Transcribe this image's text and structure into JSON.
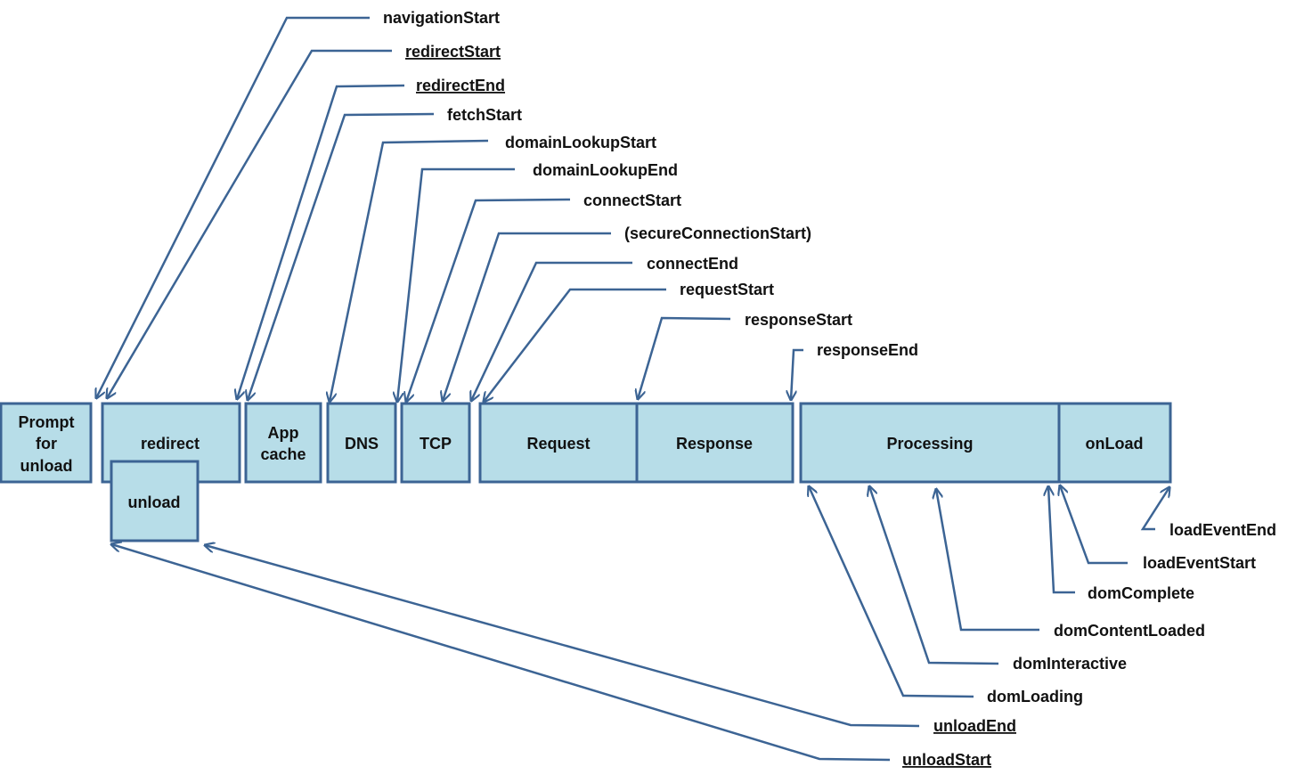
{
  "colors": {
    "box_fill": "#b7dde8",
    "box_border": "#3c6494",
    "line": "#3c6494",
    "text": "#111111"
  },
  "phases": {
    "prompt": [
      "Prompt",
      "for",
      "unload"
    ],
    "redirect": "redirect",
    "unload": "unload",
    "appcache": [
      "App",
      "cache"
    ],
    "dns": "DNS",
    "tcp": "TCP",
    "request": "Request",
    "response": "Response",
    "processing": "Processing",
    "onload": "onLoad"
  },
  "events": {
    "navigationStart": {
      "text": "navigationStart",
      "underlined": false
    },
    "redirectStart": {
      "text": "redirectStart",
      "underlined": true
    },
    "redirectEnd": {
      "text": "redirectEnd",
      "underlined": true
    },
    "fetchStart": {
      "text": "fetchStart",
      "underlined": false
    },
    "domainLookupStart": {
      "text": "domainLookupStart",
      "underlined": false
    },
    "domainLookupEnd": {
      "text": "domainLookupEnd",
      "underlined": false
    },
    "connectStart": {
      "text": "connectStart",
      "underlined": false
    },
    "secureConnectionStart": {
      "text": "(secureConnectionStart)",
      "underlined": false
    },
    "connectEnd": {
      "text": "connectEnd",
      "underlined": false
    },
    "requestStart": {
      "text": "requestStart",
      "underlined": false
    },
    "responseStart": {
      "text": "responseStart",
      "underlined": false
    },
    "responseEnd": {
      "text": "responseEnd",
      "underlined": false
    },
    "loadEventEnd": {
      "text": "loadEventEnd",
      "underlined": false
    },
    "loadEventStart": {
      "text": "loadEventStart",
      "underlined": false
    },
    "domComplete": {
      "text": "domComplete",
      "underlined": false
    },
    "domContentLoaded": {
      "text": "domContentLoaded",
      "underlined": false
    },
    "domInteractive": {
      "text": "domInteractive",
      "underlined": false
    },
    "domLoading": {
      "text": "domLoading",
      "underlined": false
    },
    "unloadEnd": {
      "text": "unloadEnd",
      "underlined": true
    },
    "unloadStart": {
      "text": "unloadStart",
      "underlined": true
    }
  }
}
